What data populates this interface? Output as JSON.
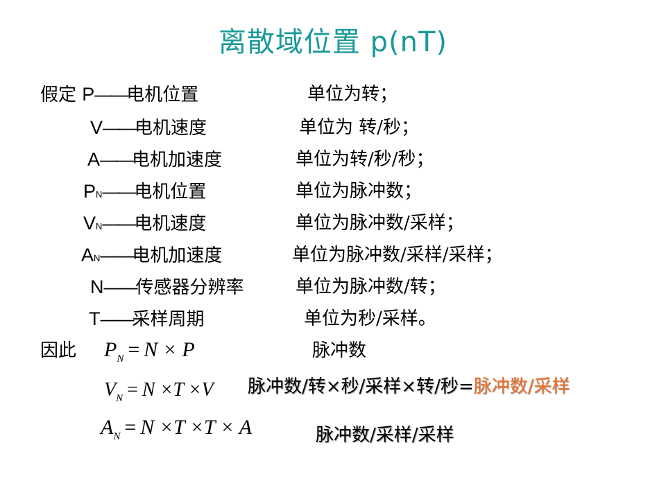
{
  "title": "离散域位置 p(nT)",
  "intro": "假定",
  "definitions": [
    {
      "symbol": "P",
      "sub": "",
      "dash": "——",
      "desc": "电机位置",
      "unit": "单位为转；"
    },
    {
      "symbol": "V",
      "sub": "",
      "dash": "——",
      "desc": "电机速度",
      "unit": "单位为 转/秒；"
    },
    {
      "symbol": "A",
      "sub": "",
      "dash": "——",
      "desc": "电机加速度",
      "unit": "单位为转/秒/秒；"
    },
    {
      "symbol": "P",
      "sub": "N",
      "dash": "——",
      "desc": "电机位置",
      "unit": "单位为脉冲数；"
    },
    {
      "symbol": "V",
      "sub": "N",
      "dash": "——",
      "desc": "电机速度",
      "unit": "单位为脉冲数/采样；"
    },
    {
      "symbol": "A",
      "sub": "N",
      "dash": "——",
      "desc": "电机加速度",
      "unit": "单位为脉冲数/采样/采样；"
    },
    {
      "symbol": "N",
      "sub": "",
      "dash": "——",
      "desc": "传感器分辨率",
      "unit": "单位为脉冲数/转；"
    },
    {
      "symbol": "T",
      "sub": "",
      "dash": "——",
      "desc": "采样周期",
      "unit": "单位为秒/采样。"
    }
  ],
  "therefore": "因此",
  "formulas": [
    {
      "lhs": "P",
      "lhs_sub": "N",
      "eq": "=",
      "rhs": "N × P",
      "unit": "脉冲数"
    },
    {
      "lhs": "V",
      "lhs_sub": "N",
      "eq": "=",
      "rhs": "N ×T ×V",
      "unit_derivation": "脉冲数/转×秒/采样×转/秒=",
      "unit_result": "脉冲数/采样"
    },
    {
      "lhs": "A",
      "lhs_sub": "N",
      "eq": "=",
      "rhs": "N ×T ×T × A",
      "unit": "脉冲数/采样/采样"
    }
  ],
  "colors": {
    "title": "#1a9999",
    "highlight": "#f07028",
    "text": "#000000"
  }
}
